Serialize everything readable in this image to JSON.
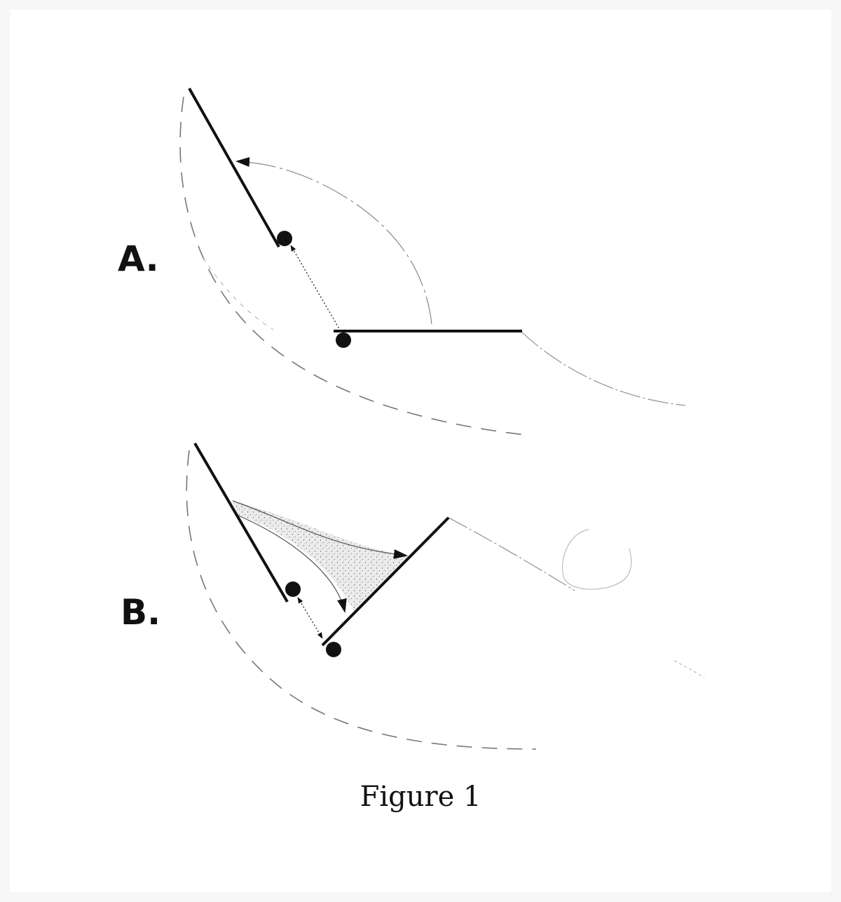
{
  "panels": [
    {
      "label": "A."
    },
    {
      "label": "B."
    }
  ],
  "caption": "Figure 1"
}
